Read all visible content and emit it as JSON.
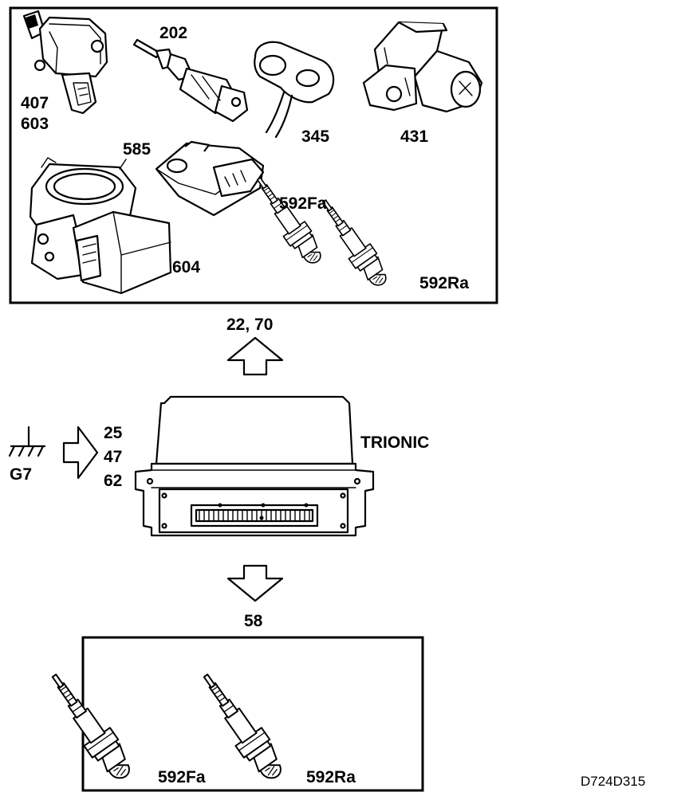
{
  "top_panel": {
    "labels": {
      "c407": "407",
      "c603": "603",
      "c202": "202",
      "c345": "345",
      "c431": "431",
      "c585": "585",
      "c604": "604",
      "c592Fa": "592Fa",
      "c592Ra": "592Ra"
    }
  },
  "output_up": {
    "label": "22, 70"
  },
  "inputs": {
    "ground_label": "G7",
    "codes": [
      "25",
      "47",
      "62"
    ]
  },
  "ecu": {
    "label": "TRIONIC"
  },
  "output_down": {
    "label": "58"
  },
  "bottom_panel": {
    "labels": {
      "c592Fa": "592Fa",
      "c592Ra": "592Ra"
    }
  },
  "figure_code": "D724D315"
}
